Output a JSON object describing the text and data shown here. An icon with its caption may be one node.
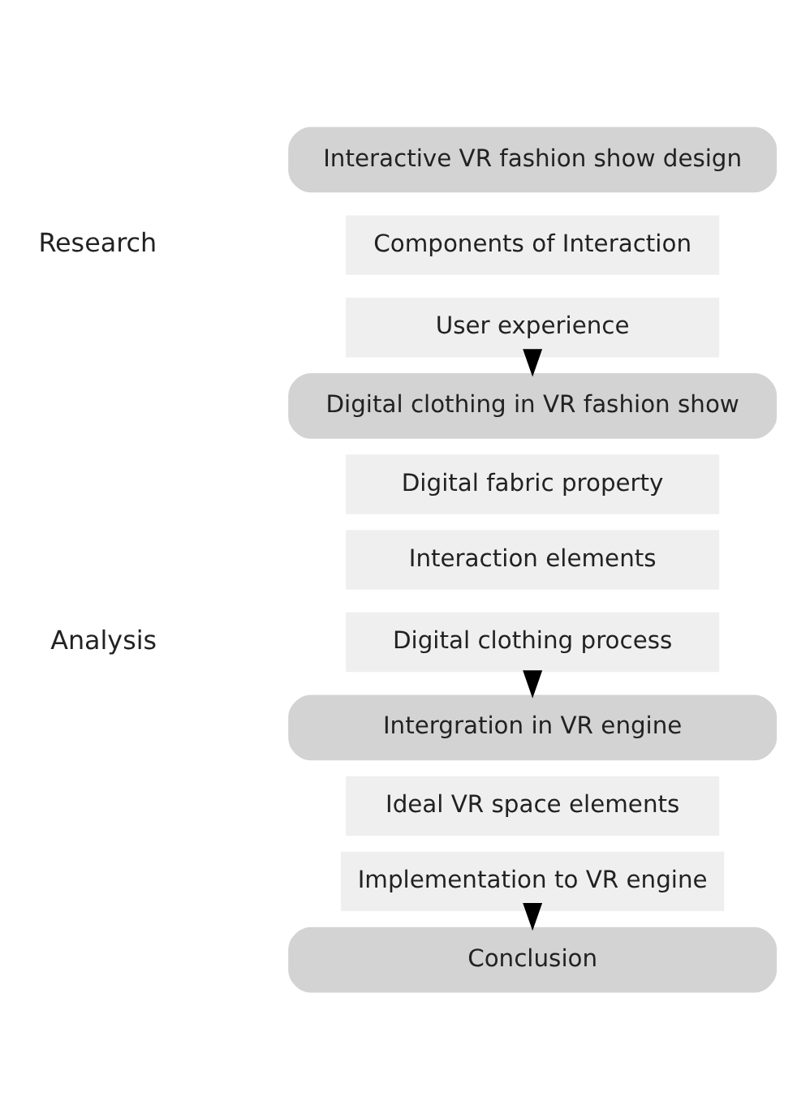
{
  "diagram": {
    "nodes": [
      {
        "text": [
          "Interactive VR fashion show design"
        ]
      },
      {
        "text": [
          "Components of Interaction"
        ]
      },
      {
        "text": [
          "User experience"
        ]
      },
      {
        "text": [
          "Digital clothing in VR fashion show"
        ]
      },
      {
        "text": [
          "Digital fabric property"
        ]
      },
      {
        "text": [
          "Interaction elements"
        ]
      },
      {
        "text": [
          "Digital clothing process"
        ]
      },
      {
        "text": [
          "Intergration in VR engine"
        ]
      },
      {
        "text": [
          "Ideal VR space elements"
        ]
      },
      {
        "text": [
          "Implementation to VR engine"
        ]
      },
      {
        "text": [
          "Conclusion"
        ]
      }
    ],
    "edges": [
      {
        "from": 2,
        "to": 3,
        "arrow": "to"
      },
      {
        "from": 6,
        "to": 7,
        "arrow": "to"
      },
      {
        "from": 9,
        "to": 10,
        "arrow": "to"
      }
    ],
    "labels": [
      "Research",
      "Analysis"
    ]
  }
}
